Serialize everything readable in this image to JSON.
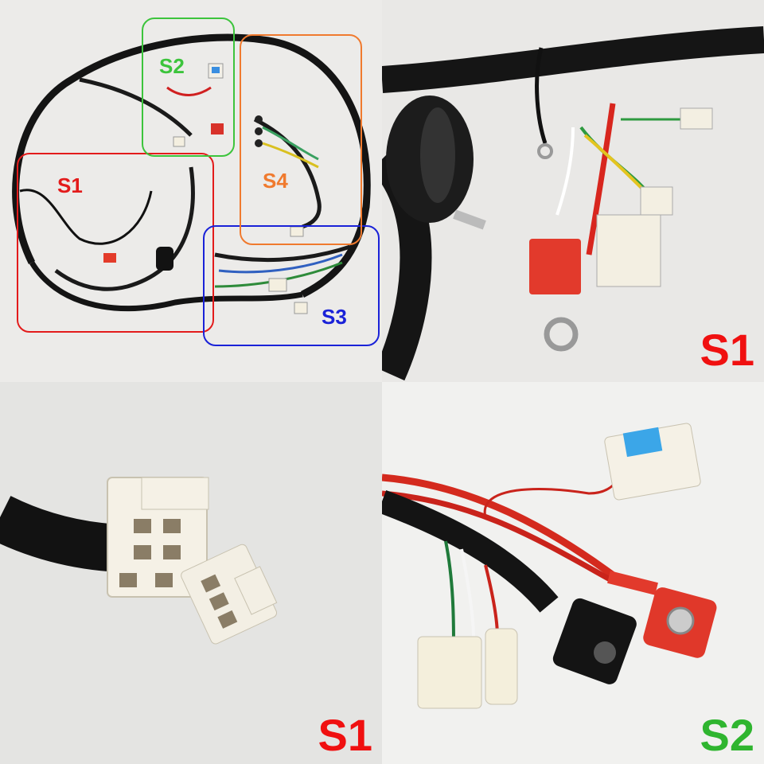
{
  "overview": {
    "regions": [
      {
        "label": "S1",
        "color": "#e31b1b"
      },
      {
        "label": "S2",
        "color": "#3cc43c"
      },
      {
        "label": "S3",
        "color": "#1a22d8"
      },
      {
        "label": "S4",
        "color": "#f07a2e"
      }
    ]
  },
  "detail_panels": [
    {
      "label": "S1",
      "color": "#f01010"
    },
    {
      "label": "S1",
      "color": "#f01010"
    },
    {
      "label": "S2",
      "color": "#2fb52f"
    }
  ]
}
